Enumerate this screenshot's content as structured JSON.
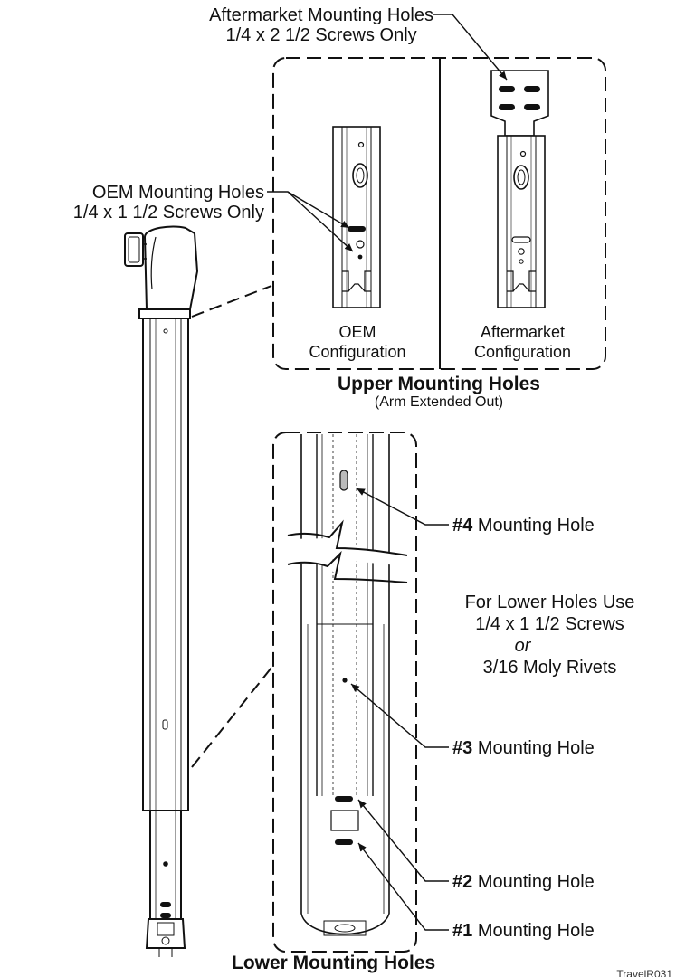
{
  "labels": {
    "aftermarket_holes_line1": "Aftermarket Mounting Holes",
    "aftermarket_holes_line2": "1/4 x 2 1/2 Screws Only",
    "oem_holes_line1": "OEM Mounting Holes",
    "oem_holes_line2": "1/4 x 1 1/2 Screws Only",
    "oem_config_line1": "OEM",
    "oem_config_line2": "Configuration",
    "after_config_line1": "Aftermarket",
    "after_config_line2": "Configuration",
    "upper_title": "Upper Mounting Holes",
    "upper_subtitle": "(Arm Extended Out)",
    "hole4_num": "#4",
    "hole3_num": "#3",
    "hole2_num": "#2",
    "hole1_num": "#1",
    "mounting_hole": "Mounting Hole",
    "lower_note_line1": "For Lower Holes Use",
    "lower_note_line2": "1/4 x 1 1/2 Screws",
    "lower_note_line3": "or",
    "lower_note_line4": "3/16 Moly Rivets",
    "lower_title": "Lower Mounting Holes",
    "figure_code": "TravelR031"
  }
}
